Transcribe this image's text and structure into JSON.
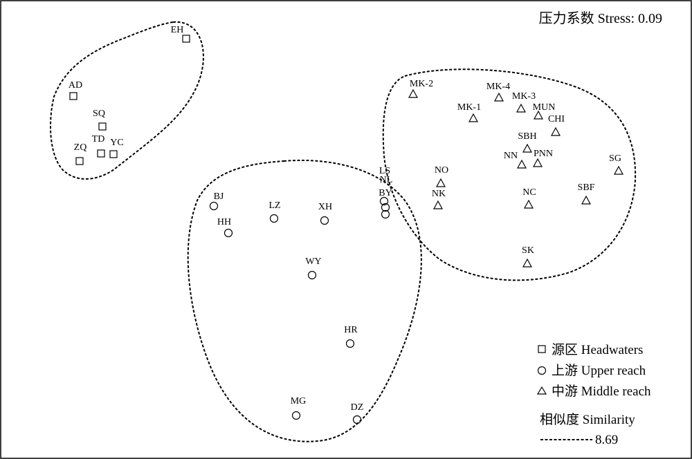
{
  "chart_data": {
    "type": "scatter",
    "title": "压力系数 Stress: 0.09",
    "stress_label": "压力系数 Stress: 0.09",
    "legend": {
      "placement": "bottom-right",
      "groups": [
        {
          "key": "headwaters",
          "marker": "square",
          "label": "源区 Headwaters"
        },
        {
          "key": "upper",
          "marker": "circle",
          "label": "上游 Upper reach"
        },
        {
          "key": "middle",
          "marker": "triangle",
          "label": "中游 Middle reach"
        }
      ],
      "similarity_title": "相似度 Similarity",
      "similarity_value": "8.69"
    },
    "sites": [
      {
        "label": "EH",
        "group": "headwaters",
        "x": 0.0,
        "y": 0.0
      },
      {
        "label": "AD",
        "group": "headwaters",
        "x": 0.0,
        "y": 0.0
      },
      {
        "label": "SQ",
        "group": "headwaters",
        "x": 0.0,
        "y": 0.0
      },
      {
        "label": "TD",
        "group": "headwaters",
        "x": 0.0,
        "y": 0.0
      },
      {
        "label": "YC",
        "group": "headwaters",
        "x": 0.0,
        "y": 0.0
      },
      {
        "label": "ZQ",
        "group": "headwaters",
        "x": 0.0,
        "y": 0.0
      },
      {
        "label": "BJ",
        "group": "upper",
        "x": 0.0,
        "y": 0.0
      },
      {
        "label": "HH",
        "group": "upper",
        "x": 0.0,
        "y": 0.0
      },
      {
        "label": "LZ",
        "group": "upper",
        "x": 0.0,
        "y": 0.0
      },
      {
        "label": "XH",
        "group": "upper",
        "x": 0.0,
        "y": 0.0
      },
      {
        "label": "LS",
        "group": "upper",
        "x": 0.0,
        "y": 0.0
      },
      {
        "label": "NL",
        "group": "upper",
        "x": 0.0,
        "y": 0.0
      },
      {
        "label": "BY",
        "group": "upper",
        "x": 0.0,
        "y": 0.0
      },
      {
        "label": "WY",
        "group": "upper",
        "x": 0.0,
        "y": 0.0
      },
      {
        "label": "HR",
        "group": "upper",
        "x": 0.0,
        "y": 0.0
      },
      {
        "label": "MG",
        "group": "upper",
        "x": 0.0,
        "y": 0.0
      },
      {
        "label": "DZ",
        "group": "upper",
        "x": 0.0,
        "y": 0.0
      },
      {
        "label": "MK-2",
        "group": "middle",
        "x": 0.0,
        "y": 0.0
      },
      {
        "label": "MK-4",
        "group": "middle",
        "x": 0.0,
        "y": 0.0
      },
      {
        "label": "MK-3",
        "group": "middle",
        "x": 0.0,
        "y": 0.0
      },
      {
        "label": "MK-1",
        "group": "middle",
        "x": 0.0,
        "y": 0.0
      },
      {
        "label": "MUN",
        "group": "middle",
        "x": 0.0,
        "y": 0.0
      },
      {
        "label": "CHI",
        "group": "middle",
        "x": 0.0,
        "y": 0.0
      },
      {
        "label": "SBH",
        "group": "middle",
        "x": 0.0,
        "y": 0.0
      },
      {
        "label": "NN",
        "group": "middle",
        "x": 0.0,
        "y": 0.0
      },
      {
        "label": "PNN",
        "group": "middle",
        "x": 0.0,
        "y": 0.0
      },
      {
        "label": "SG",
        "group": "middle",
        "x": 0.0,
        "y": 0.0
      },
      {
        "label": "NO",
        "group": "middle",
        "x": 0.0,
        "y": 0.0
      },
      {
        "label": "NK",
        "group": "middle",
        "x": 0.0,
        "y": 0.0
      },
      {
        "label": "NC",
        "group": "middle",
        "x": 0.0,
        "y": 0.0
      },
      {
        "label": "SBF",
        "group": "middle",
        "x": 0.0,
        "y": 0.0
      },
      {
        "label": "SK",
        "group": "middle",
        "x": 0.0,
        "y": 0.0
      }
    ]
  }
}
